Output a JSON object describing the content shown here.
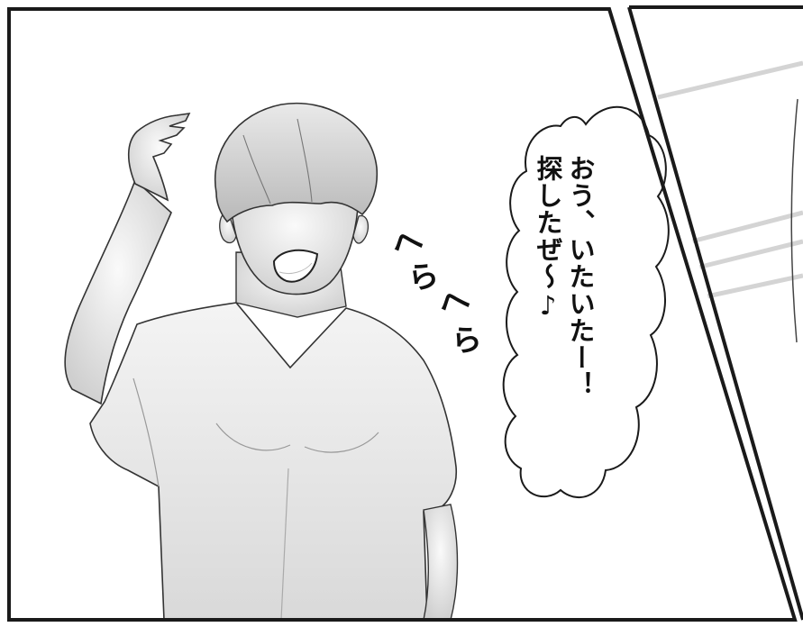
{
  "panels": [
    {
      "id": "left",
      "speech_bubble": {
        "lines": [
          "おう、いたいたー！",
          "探したぜ～♪"
        ]
      },
      "sound_effects": [
        "へ",
        "ら",
        "へ",
        "ら"
      ]
    },
    {
      "id": "right"
    }
  ],
  "colors": {
    "border": "#1a1a1a",
    "skin_light": "#f1f1f1",
    "shirt_shade": "#d8d8d8",
    "hair_shade": "#bdbdbd",
    "speed_line": "#d0d0d0"
  }
}
